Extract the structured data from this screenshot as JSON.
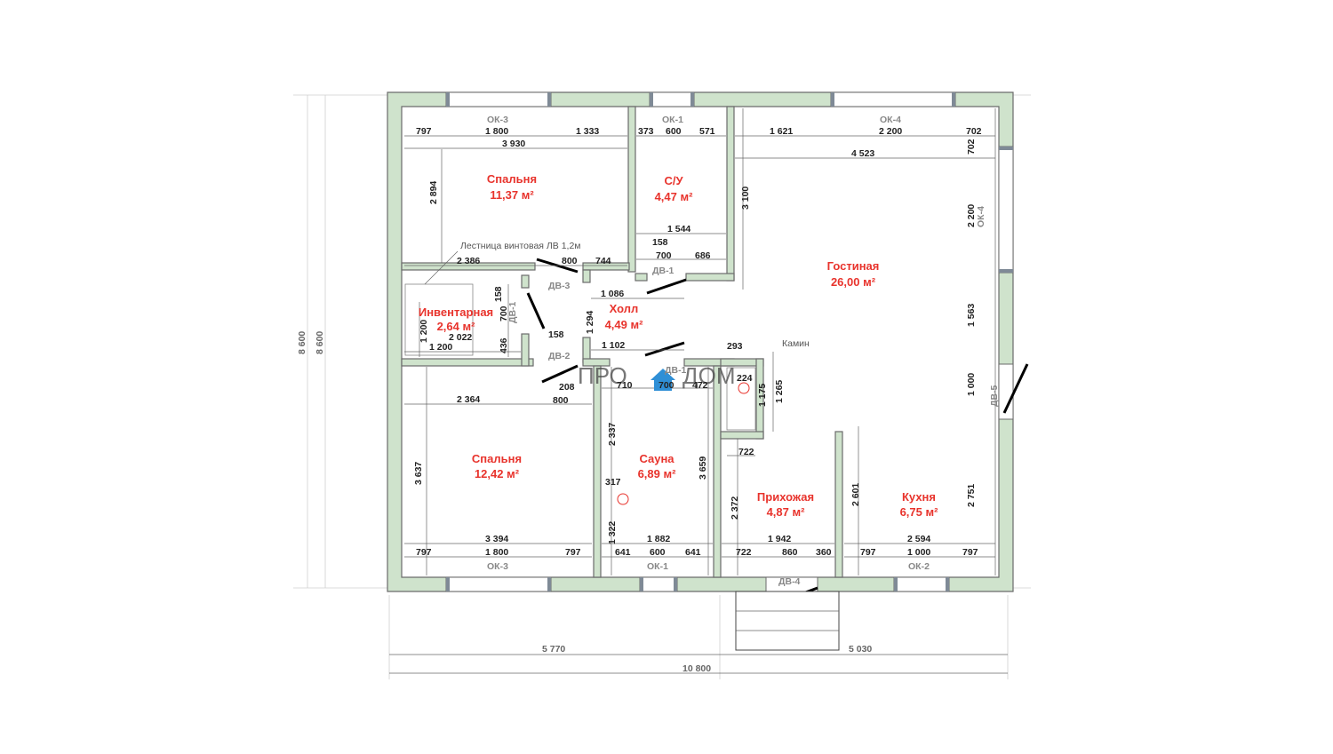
{
  "rooms": [
    {
      "id": "bedroom-1",
      "name": "Спальня",
      "area": "11,37 м²"
    },
    {
      "id": "bathroom",
      "name": "С/У",
      "area": "4,47 м²"
    },
    {
      "id": "living",
      "name": "Гостиная",
      "area": "26,00 м²"
    },
    {
      "id": "inventory",
      "name": "Инвентарная",
      "area": "2,64 м²"
    },
    {
      "id": "hall",
      "name": "Холл",
      "area": "4,49 м²"
    },
    {
      "id": "bedroom-2",
      "name": "Спальня",
      "area": "12,42 м²"
    },
    {
      "id": "sauna",
      "name": "Сауна",
      "area": "6,89 м²"
    },
    {
      "id": "entry",
      "name": "Прихожая",
      "area": "4,87 м²"
    },
    {
      "id": "kitchen",
      "name": "Кухня",
      "area": "6,75 м²"
    }
  ],
  "labels": {
    "ok3_top": "ОК-3",
    "ok1_top": "ОК-1",
    "ok4_top": "ОК-4",
    "ok4_side": "ОК-4",
    "ok3_bottom": "ОК-3",
    "ok1_bottom": "ОК-1",
    "ok2_bottom": "ОК-2",
    "dv1": "ДВ-1",
    "dv3": "ДВ-3",
    "dv1_inv": "ДВ-1",
    "dv2": "ДВ-2",
    "dv1_sauna": "ДВ-1",
    "dv4": "ДВ-4",
    "dv5": "ДВ-5",
    "stair_note": "Лестница винтовая ЛВ 1,2м",
    "fireplace": "Камин",
    "logo_left": "ПРО",
    "logo_right": "ДОМ"
  },
  "dims": {
    "t1": "797",
    "t2": "1 800",
    "t3": "1 333",
    "t4": "3 930",
    "t5": "373",
    "t6": "600",
    "t7": "571",
    "t8": "1 621",
    "t9": "2 200",
    "t10": "702",
    "t11": "4 523",
    "r1": "702",
    "r2": "2 200",
    "r3": "1 563",
    "r4": "1 000",
    "r5": "2 751",
    "bed1_h": "2 894",
    "bath_h": "3 100",
    "bath_w": "1 544",
    "bath_158": "158",
    "bath_700": "700",
    "bath_686": "686",
    "bed1_w": "2 386",
    "bed1_800": "800",
    "bed1_744": "744",
    "hall_1086": "1 086",
    "hall_1294": "1 294",
    "hall_1102": "1 102",
    "hall_158": "158",
    "inv_158": "158",
    "inv_700": "700",
    "inv_436": "436",
    "inv_1200v": "1 200",
    "inv_2022": "2 022",
    "inv_1200h": "1 200",
    "firepl_293": "293",
    "firepl_1175": "1 175",
    "firepl_1265": "1 265",
    "firepl_224": "224",
    "s_208": "208",
    "s_710": "710",
    "s_700": "700",
    "s_472": "472",
    "s_800": "800",
    "bed2_w": "2 364",
    "bed2_h": "3 637",
    "sauna_h": "2 337",
    "sauna_h2": "3 659",
    "sauna_317": "317",
    "entry_722": "722",
    "entry_2372": "2 372",
    "kitch_2601": "2 601",
    "b_3394": "3 394",
    "b_797a": "797",
    "b_1800": "1 800",
    "b_797b": "797",
    "b_1322": "1 322",
    "b_1882": "1 882",
    "b_641a": "641",
    "b_600": "600",
    "b_641b": "641",
    "b_1942": "1 942",
    "b_722": "722",
    "b_860": "860",
    "b_360": "360",
    "b_2594": "2 594",
    "b_797c": "797",
    "b_1000": "1 000",
    "b_797d": "797",
    "tot_5770": "5 770",
    "tot_5030": "5 030",
    "tot_10800": "10 800",
    "left_8600a": "8 600",
    "left_8600b": "8 600"
  }
}
